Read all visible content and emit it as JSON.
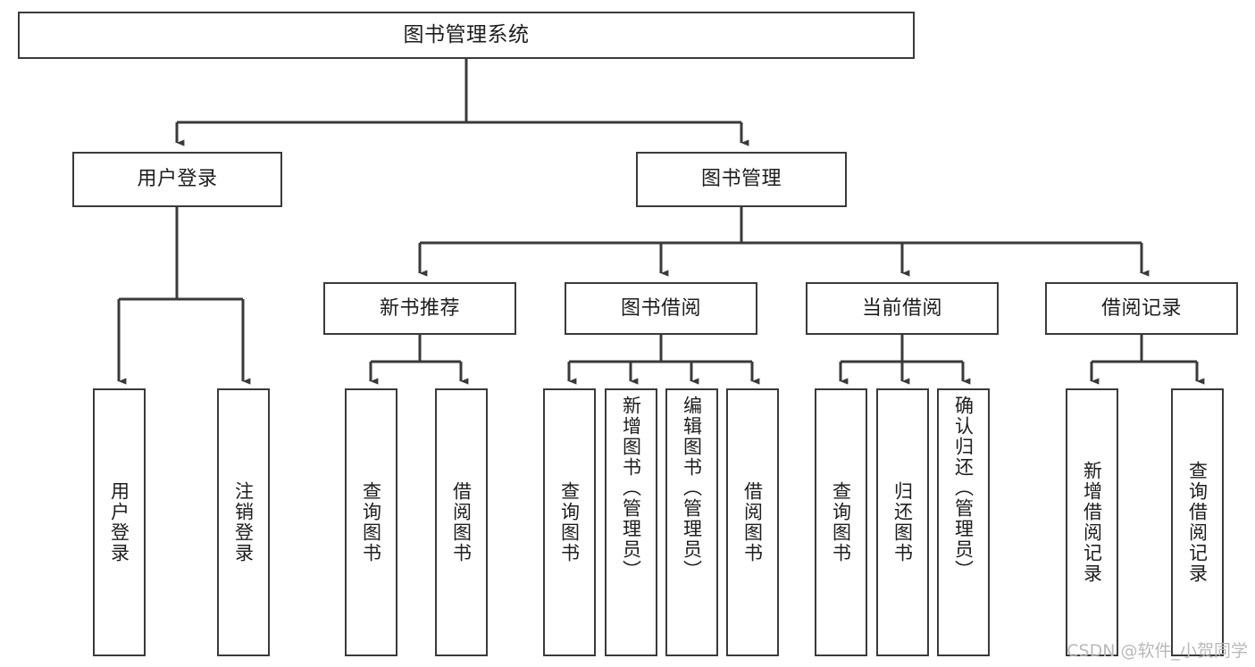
{
  "diagram": {
    "title": "图书管理系统",
    "type": "tree-hierarchy-chart",
    "watermark": "CSDN @软件_小贺同学",
    "stroke_color": "#3a3a3a",
    "background_color": "#ffffff",
    "text_color": "#1d1d1d",
    "nodes": {
      "root": {
        "label": "图书管理系统"
      },
      "level2": [
        {
          "label": "用户登录"
        },
        {
          "label": "图书管理"
        }
      ],
      "level3": [
        {
          "label": "新书推荐"
        },
        {
          "label": "图书借阅"
        },
        {
          "label": "当前借阅"
        },
        {
          "label": "借阅记录"
        }
      ],
      "leaves": {
        "user_login": [
          {
            "label": "用户登录"
          },
          {
            "label": "注销登录"
          }
        ],
        "new_book_recommend": [
          {
            "label": "查询图书"
          },
          {
            "label": "借阅图书"
          }
        ],
        "book_borrow": [
          {
            "label": "查询图书"
          },
          {
            "label": "新增图书（管理员）"
          },
          {
            "label": "编辑图书（管理员）"
          },
          {
            "label": "借阅图书"
          }
        ],
        "current_borrow": [
          {
            "label": "查询图书"
          },
          {
            "label": "归还图书"
          },
          {
            "label": "确认归还（管理员）"
          }
        ],
        "borrow_record": [
          {
            "label": "新增借阅记录"
          },
          {
            "label": "查询借阅记录"
          }
        ]
      }
    }
  }
}
